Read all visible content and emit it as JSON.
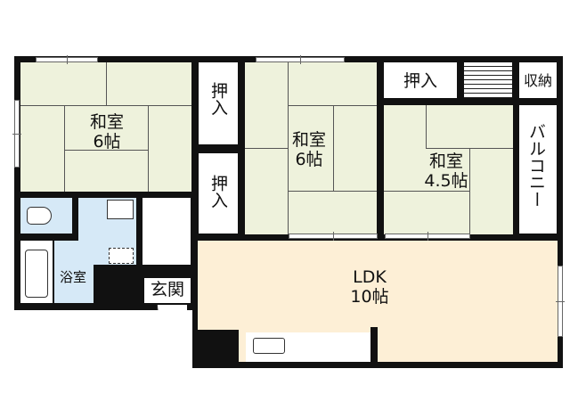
{
  "floorplan": {
    "rooms": {
      "washitsu_west": {
        "name": "和室",
        "size": "6帖"
      },
      "washitsu_center": {
        "name": "和室",
        "size": "6帖"
      },
      "washitsu_east": {
        "name": "和室",
        "size": "4.5帖"
      },
      "ldk": {
        "name": "LDK",
        "size": "10帖"
      },
      "oshiire_1": {
        "name": "押入"
      },
      "oshiire_2": {
        "name": "押入"
      },
      "oshiire_3": {
        "name": "押入"
      },
      "storage": {
        "name": "収納"
      },
      "balcony": {
        "name": "バルコニー"
      },
      "bath": {
        "name": "浴室"
      },
      "entrance": {
        "name": "玄関"
      }
    },
    "colors": {
      "wall": "#111111",
      "tatami": "#eef2dc",
      "ldk": "#fdefd6",
      "wet_area": "#d6e9f7"
    }
  }
}
